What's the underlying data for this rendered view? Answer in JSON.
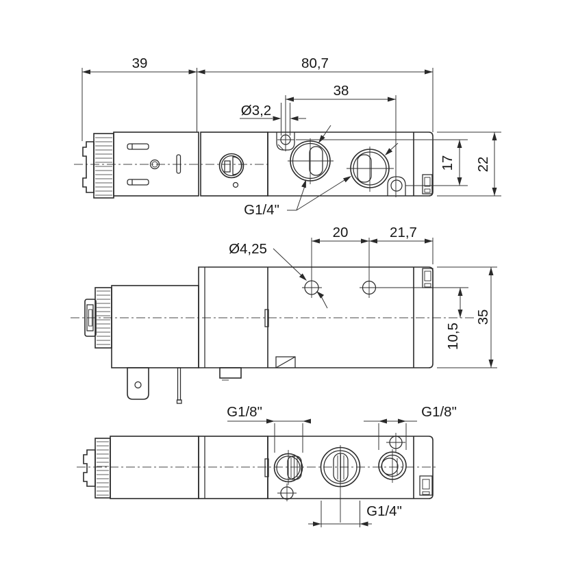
{
  "drawing": {
    "views": {
      "top": {
        "dims": {
          "coil_length": "39",
          "body_length": "80,7",
          "hole_spacing_x": "38",
          "mount_hole_dia": "Ø3,2",
          "hole_spacing_y": "17",
          "body_height": "22"
        },
        "port_callout": "G1/4\""
      },
      "side": {
        "dims": {
          "pilot_hole_dia": "Ø4,25",
          "hole_pitch": "20",
          "hole_to_end": "21,7",
          "hole_axis_offset": "10,5",
          "body_height": "35"
        }
      },
      "bottom": {
        "callouts": {
          "port_left": "G1/8\"",
          "port_right": "G1/8\"",
          "port_center": "G1/4\""
        }
      }
    }
  }
}
